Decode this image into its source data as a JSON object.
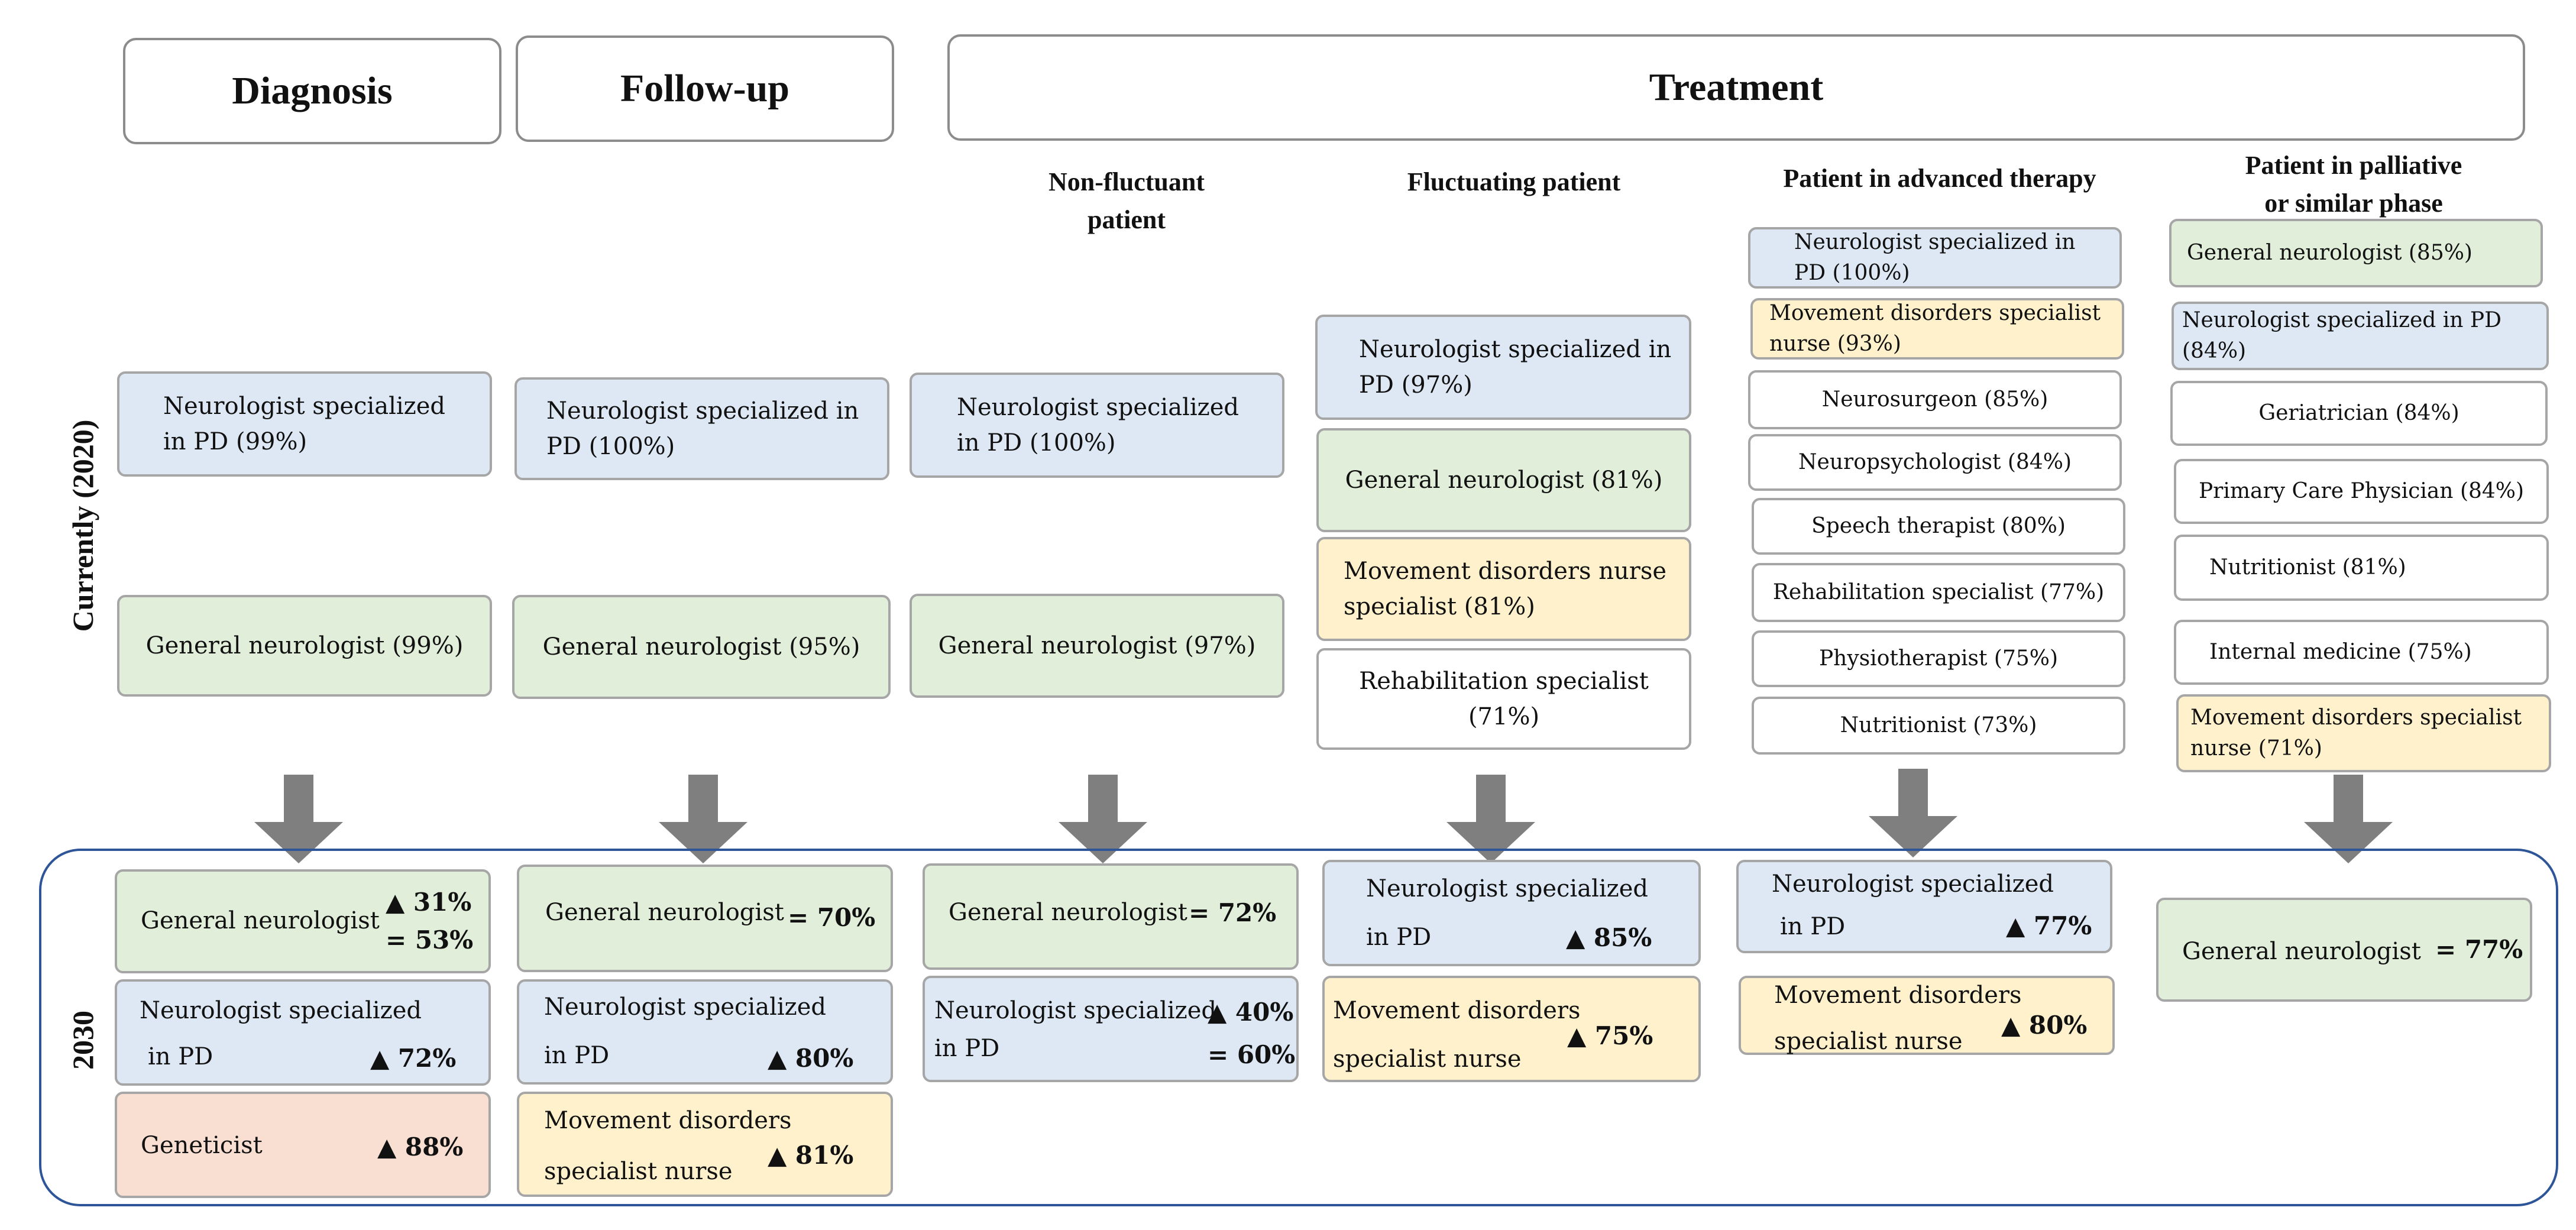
{
  "headers": {
    "diagnosis": "Diagnosis",
    "followup": "Follow-up",
    "treatment": "Treatment"
  },
  "row_labels": {
    "current": "Currently (2020)",
    "future": "2030"
  },
  "treatment_columns": {
    "non_fluctuant": [
      "Non-fluctuant",
      "patient"
    ],
    "fluctuating": "Fluctuating patient",
    "advanced": "Patient in advanced therapy",
    "palliative": [
      "Patient in palliative",
      "or similar phase"
    ]
  },
  "current": {
    "diagnosis": [
      "Neurologist specialized in PD (99%)",
      "General neurologist (99%)"
    ],
    "followup": [
      "Neurologist specialized in PD (100%)",
      "General neurologist (95%)"
    ],
    "non_fluctuant": [
      "Neurologist specialized in PD (100%)",
      "General neurologist (97%)"
    ],
    "fluctuating": [
      "Neurologist specialized in PD (97%)",
      "General neurologist (81%)",
      "Movement disorders nurse specialist (81%)",
      "Rehabilitation specialist (71%)"
    ],
    "advanced": [
      "Neurologist specialized in PD (100%)",
      "Movement disorders specialist nurse (93%)",
      "Neurosurgeon (85%)",
      "Neuropsychologist (84%)",
      "Speech therapist (80%)",
      "Rehabilitation specialist (77%)",
      "Physiotherapist (75%)",
      "Nutritionist (73%)"
    ],
    "palliative": [
      "General neurologist (85%)",
      "Neurologist specialized in PD (84%)",
      "Geriatrician (84%)",
      "Primary Care Physician (84%)",
      "Nutritionist (81%)",
      "Internal medicine (75%)",
      "Movement disorders specialist nurse (71%)"
    ]
  },
  "future": {
    "diagnosis": {
      "gn": {
        "label": "General neurologist",
        "v1": "▲ 31%",
        "v2": "= 53%"
      },
      "pd": {
        "label1": "Neurologist specialized",
        "label2": "in PD",
        "v": "▲ 72%"
      },
      "gen": {
        "label": "Geneticist",
        "v": "▲ 88%"
      }
    },
    "followup": {
      "gn": {
        "label": "General neurologist",
        "v": "= 70%"
      },
      "pd": {
        "label1": "Neurologist specialized",
        "label2": "in PD",
        "v": "▲ 80%"
      },
      "nurse": {
        "label1": "Movement disorders",
        "label2": "specialist nurse",
        "v": "▲ 81%"
      }
    },
    "non_fluctuant": {
      "gn": {
        "label": "General neurologist",
        "v": "= 72%"
      },
      "pd": {
        "label1": "Neurologist specialized",
        "label2": "in PD",
        "v1": "▲ 40%",
        "v2": "= 60%"
      }
    },
    "fluctuating": {
      "pd": {
        "label1": "Neurologist specialized",
        "label2": "in PD",
        "v": "▲ 85%"
      },
      "nurse": {
        "label1": "Movement disorders",
        "label2": "specialist nurse",
        "v": "▲ 75%"
      }
    },
    "advanced": {
      "pd": {
        "label1": "Neurologist specialized",
        "label2": "in PD",
        "v": "▲ 77%"
      },
      "nurse": {
        "label1": "Movement disorders",
        "label2": "specialist nurse",
        "v": "▲ 80%"
      }
    },
    "palliative": {
      "gn": {
        "label": "General neurologist",
        "v": "= 77%"
      }
    }
  },
  "colors": {
    "blue": "#dde8f4",
    "green": "#e1eed9",
    "yellow": "#fff1cc",
    "pink": "#f9dfd2",
    "arrow": "#7f7f7f",
    "frame": "#2e5597"
  }
}
